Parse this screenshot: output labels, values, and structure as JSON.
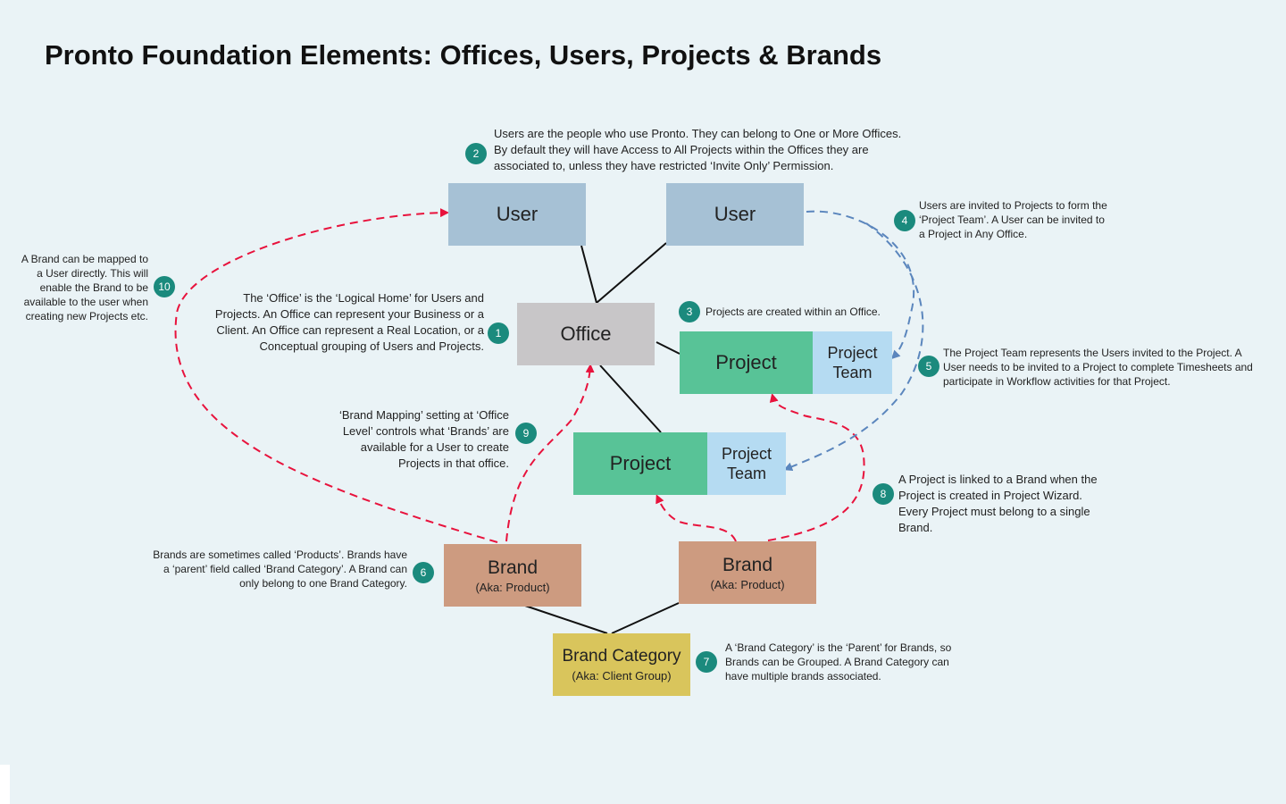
{
  "title": "Pronto Foundation Elements: Offices, Users, Projects & Brands",
  "boxes": {
    "user_left": "User",
    "user_right": "User",
    "office": "Office",
    "project_top": "Project",
    "project_top_team": "Project Team",
    "project_mid": "Project",
    "project_mid_team": "Project Team",
    "brand_left": "Brand",
    "brand_left_sub": "(Aka: Product)",
    "brand_right": "Brand",
    "brand_right_sub": "(Aka: Product)",
    "brand_category": "Brand Category",
    "brand_category_sub": "(Aka: Client Group)"
  },
  "badges": [
    "1",
    "2",
    "3",
    "4",
    "5",
    "6",
    "7",
    "8",
    "9",
    "10"
  ],
  "notes": {
    "n1": "The ‘Office’ is the ‘Logical Home’ for Users and Projects. An Office can represent your Business or a Client. An Office can represent a Real Location, or a Conceptual grouping of Users and Projects.",
    "n2": "Users are the people who use Pronto. They can belong to One or More Offices. By default they will have Access to All Projects within the Offices they are associated to, unless they have restricted ‘Invite Only’ Permission.",
    "n3": "Projects are created within an Office.",
    "n4": "Users are invited to Projects to form the ‘Project Team’. A User can be invited to a Project in Any Office.",
    "n5": "The Project Team represents the Users invited to the Project. A User needs to be invited to a Project to complete Timesheets and participate in Workflow activities for that Project.",
    "n6": "Brands are sometimes called ‘Products’. Brands have a ‘parent’ field called ‘Brand Category’. A Brand can only belong to one Brand Category.",
    "n7": "A ‘Brand Category’ is the ‘Parent’ for Brands, so Brands can be Grouped. A Brand Category can have multiple brands associated.",
    "n8": "A Project is linked to a Brand when the Project is created in Project Wizard. Every Project must belong to a single Brand.",
    "n9": "‘Brand Mapping’ setting at ‘Office Level’ controls what ‘Brands’ are available for a User to create Projects in that office.",
    "n10": "A Brand can be mapped to a User directly. This will enable the Brand to be available to the user when creating new Projects etc."
  },
  "colors": {
    "background": "#eaf3f6",
    "user": "#a6c1d5",
    "office": "#c8c6c8",
    "project": "#58c397",
    "project_team": "#b5dbf2",
    "brand": "#cd9b80",
    "brand_category": "#d9c55c",
    "badge": "#1b8a7d",
    "red_dashed": "#e8123c",
    "blue_dashed": "#5b86bd"
  }
}
